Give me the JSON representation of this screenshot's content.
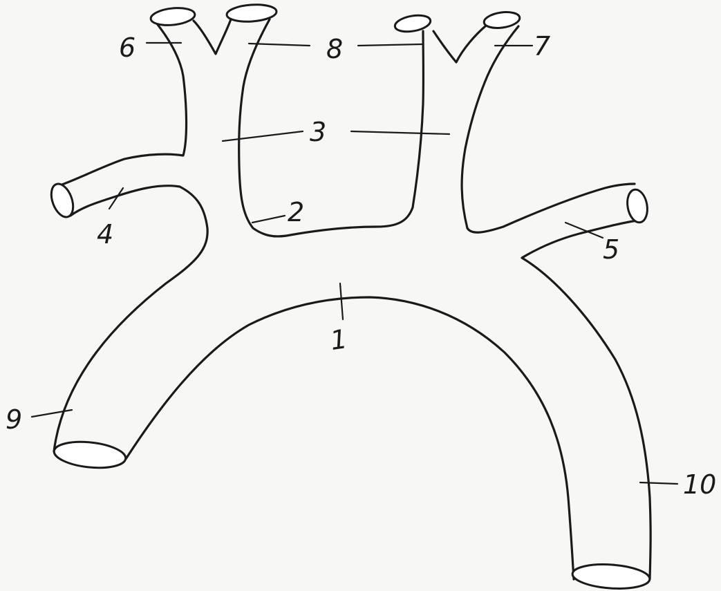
{
  "diagram": {
    "labels": [
      "1",
      "2",
      "3",
      "3",
      "4",
      "5",
      "6",
      "7",
      "8",
      "8",
      "9",
      "10"
    ]
  }
}
